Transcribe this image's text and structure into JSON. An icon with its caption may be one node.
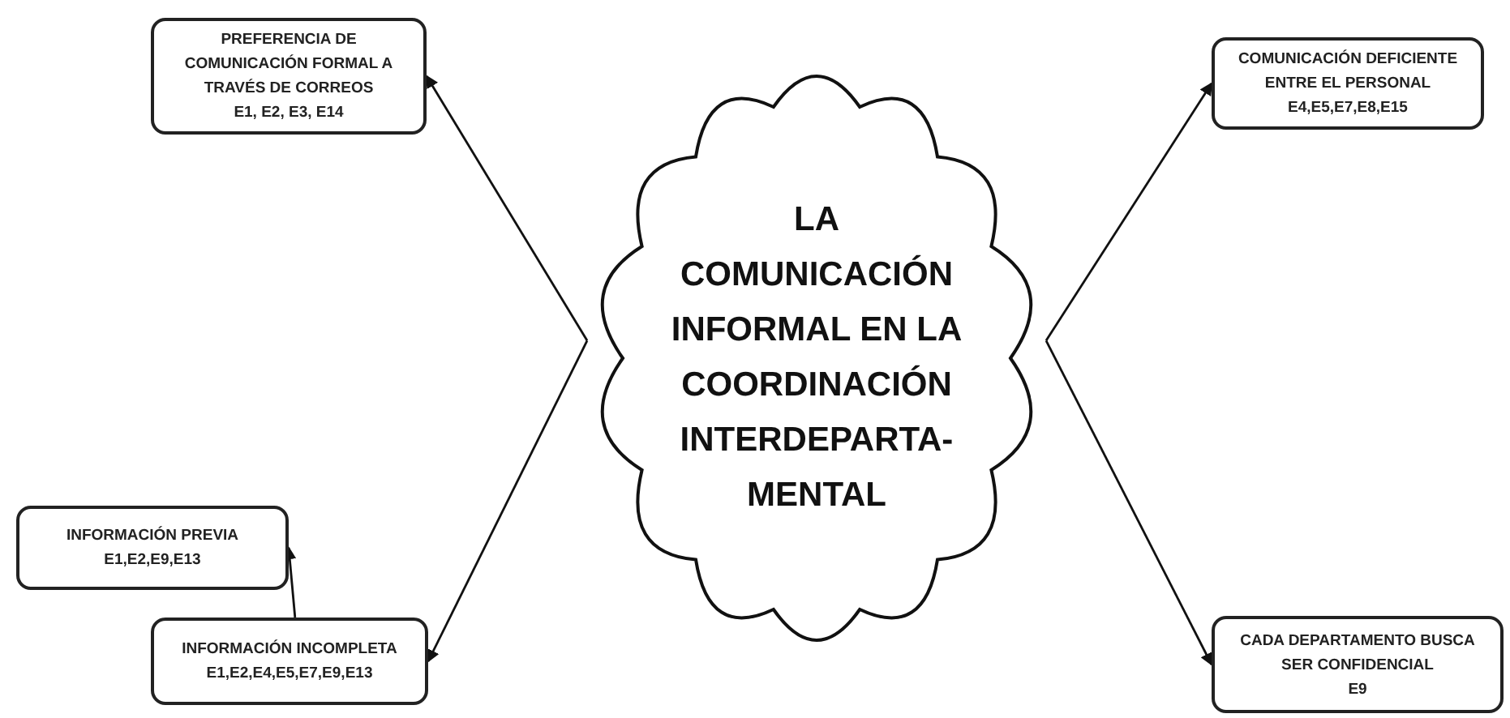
{
  "diagram": {
    "nodes": [
      {
        "text": [
          "LA COMUNICACIÓN INFORMAL EN LA COORDINACIÓN INTERDEPARTA-MENTAL"
        ]
      },
      {
        "text": [
          "PREFERENCIA DE COMUNICACIÓN FORMAL A TRAVÉS DE CORREOS",
          "E1, E2, E3, E14"
        ]
      },
      {
        "text": [
          "INFORMACIÓN PREVIA",
          "E1,E2,E9,E13"
        ]
      },
      {
        "text": [
          "INFORMACIÓN INCOMPLETA",
          "E1,E2,E4,E5,E7,E9,E13"
        ]
      },
      {
        "text": [
          "COMUNICACIÓN DEFICIENTE ENTRE EL PERSONAL",
          "E4,E5,E7,E8,E15"
        ]
      },
      {
        "text": [
          "CADA DEPARTAMENTO BUSCA SER CONFIDENCIAL",
          "E9"
        ]
      }
    ],
    "edges": [
      {
        "from": 0,
        "to": 1,
        "arrow": "to"
      },
      {
        "from": 0,
        "to": 3,
        "arrow": "to"
      },
      {
        "from": 3,
        "to": 2,
        "arrow": "to"
      },
      {
        "from": 0,
        "to": 4,
        "arrow": "to"
      },
      {
        "from": 0,
        "to": 5,
        "arrow": "to"
      }
    ]
  }
}
